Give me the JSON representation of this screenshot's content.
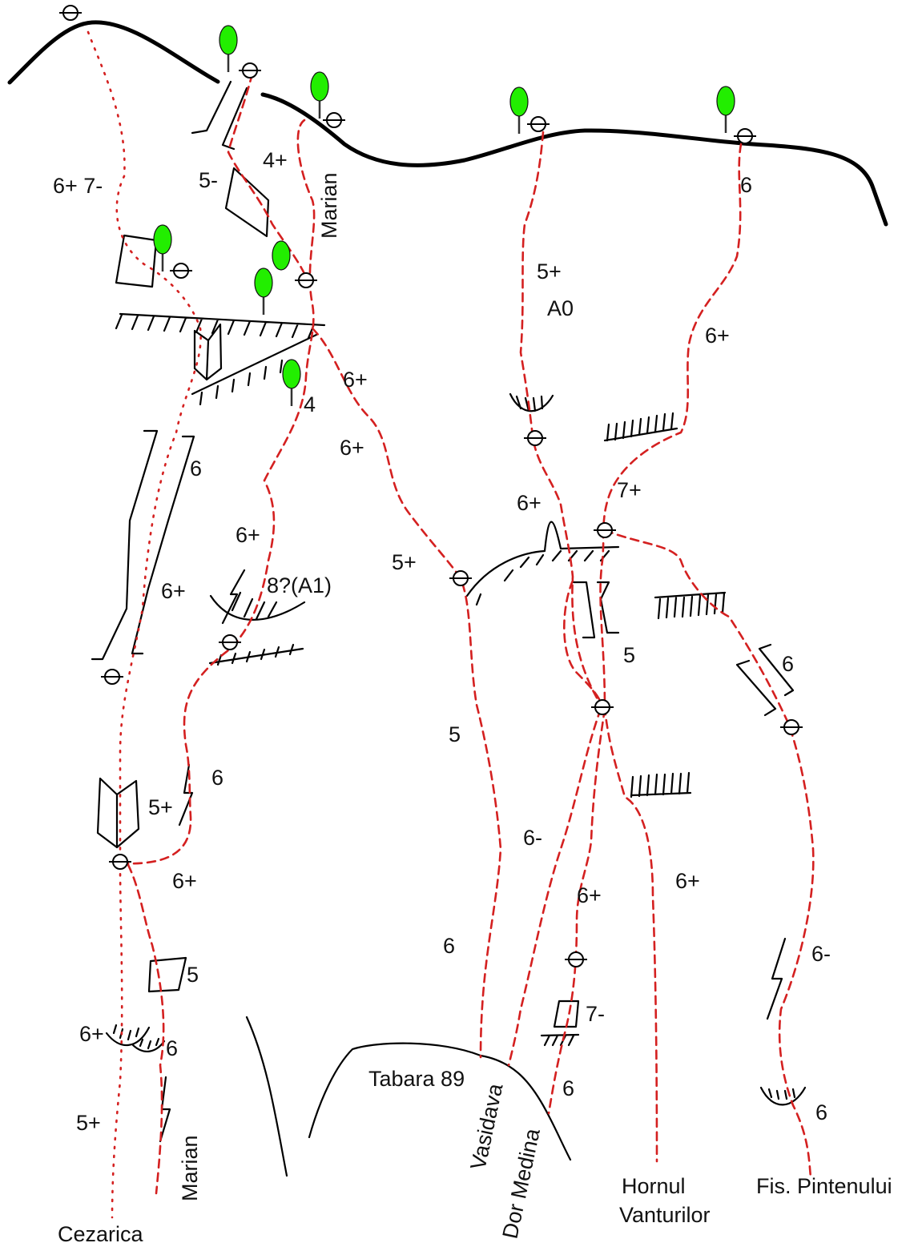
{
  "routes": [
    {
      "name": "Cezarica"
    },
    {
      "name": "Marian"
    },
    {
      "name": "Vasidava"
    },
    {
      "name": "Dor Medina"
    },
    {
      "name": "Hornul Vanturilor"
    },
    {
      "name": "Fis. Pintenului"
    }
  ],
  "labels": {
    "marian_upper": "Marian",
    "marian_lower": "Marian",
    "cezarica": "Cezarica",
    "vasidava": "Vasidava",
    "dor_medina": "Dor Medina",
    "hornul_1": "Hornul",
    "hornul_2": "Vanturilor",
    "fis_pintenului": "Fis. Pintenului",
    "tabara": "Tabara 89"
  },
  "grades": {
    "g01": "6+ 7-",
    "g02": "5-",
    "g03": "4+",
    "g04": "6",
    "g05": "5+",
    "g06": "A0",
    "g07": "6+",
    "g08": "6+",
    "g09": "4",
    "g10": "6+",
    "g11": "6",
    "g12": "6+",
    "g13": "7+",
    "g14": "6+",
    "g15": "5+",
    "g16": "8?(A1)",
    "g17": "6+",
    "g18": "5",
    "g19": "6",
    "g20": "5",
    "g21": "6",
    "g22": "5+",
    "g23": "6-",
    "g24": "6+",
    "g25": "6+",
    "g26": "6+",
    "g27": "6-",
    "g28": "6",
    "g29": "5",
    "g30": "7-",
    "g31": "6+",
    "g32": "6",
    "g33": "6",
    "g34": "5+",
    "g35": "6"
  },
  "colors": {
    "route": "#d42020",
    "tree": "#22ee00",
    "rock": "#000000"
  },
  "icons": [
    "tree-icon",
    "belay-anchor-icon",
    "overhang-icon",
    "crack-icon",
    "chimney-icon",
    "dihedral-icon",
    "ledge-icon"
  ]
}
